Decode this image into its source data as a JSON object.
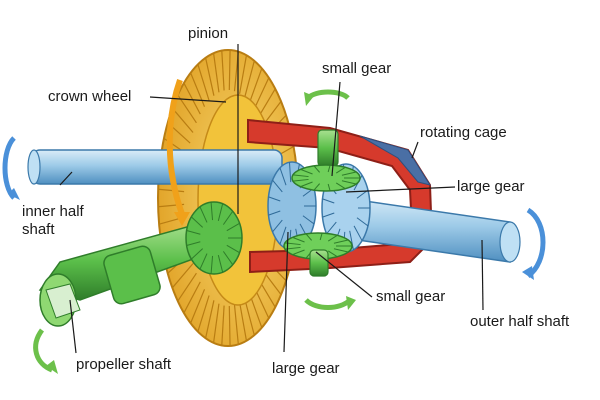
{
  "labels": {
    "pinion": "pinion",
    "crown_wheel": "crown wheel",
    "small_gear_top": "small gear",
    "rotating_cage": "rotating cage",
    "large_gear_right": "large gear",
    "inner_half_shaft": "inner half shaft",
    "small_gear_bottom": "small gear",
    "outer_half_shaft": "outer half shaft",
    "propeller_shaft": "propeller shaft",
    "large_gear_bottom": "large gear"
  },
  "colors": {
    "crown_wheel": "#f2c33a",
    "crown_wheel_shade": "#d99b1e",
    "shaft": "#9ecbe8",
    "shaft_dark": "#4f8fc0",
    "cage": "#d63a2c",
    "cage_dark": "#8e1f17",
    "cage_back": "#4a6fa5",
    "pinion_green": "#5bbf4a",
    "pinion_dark": "#2f7d2a",
    "arrow_blue": "#4a90d9",
    "arrow_green": "#6cc04a",
    "arrow_orange": "#f0a11a"
  }
}
